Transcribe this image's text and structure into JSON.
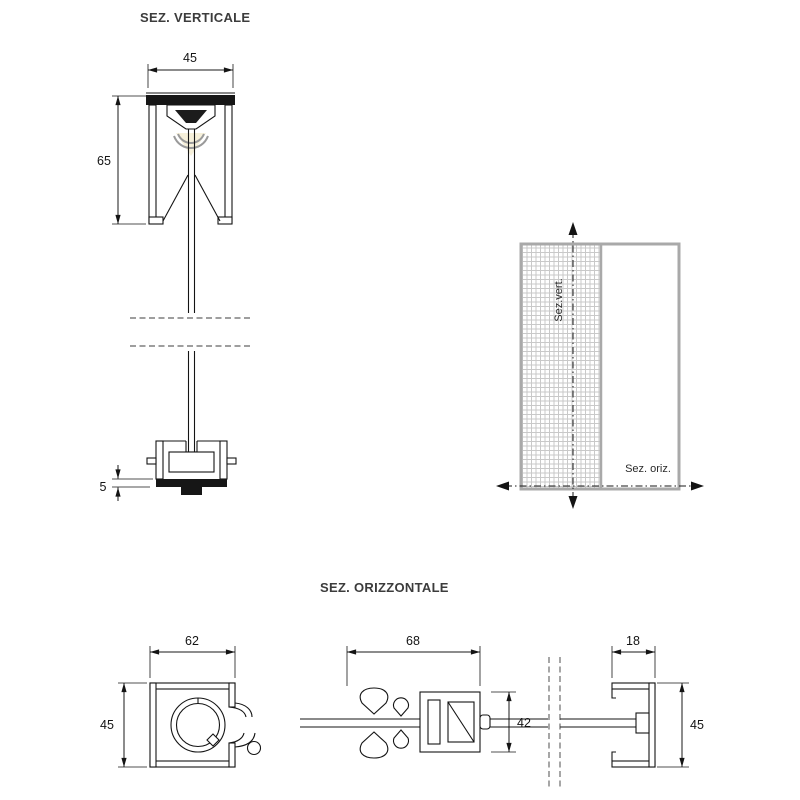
{
  "page": {
    "background": "#ffffff"
  },
  "colors": {
    "line": "#141414",
    "title_text": "#3c3c3c",
    "schematic_gray": "#a9a9a9",
    "mesh_gray": "#c9c9c9",
    "spring_highlight": "#f6f0da"
  },
  "vertical_section": {
    "title": "SEZ. VERTICALE",
    "dims": {
      "width": "45",
      "height": "65",
      "brush": "5"
    }
  },
  "schematic": {
    "label_vertical": "Sez.vert.",
    "label_horizontal": "Sez. oriz."
  },
  "horizontal_section": {
    "title": "SEZ. ORIZZONTALE",
    "dims": {
      "cassette_width": "62",
      "cassette_depth": "45",
      "slider_width": "68",
      "slider_depth": "42",
      "guide_width": "18",
      "guide_depth": "45"
    }
  }
}
